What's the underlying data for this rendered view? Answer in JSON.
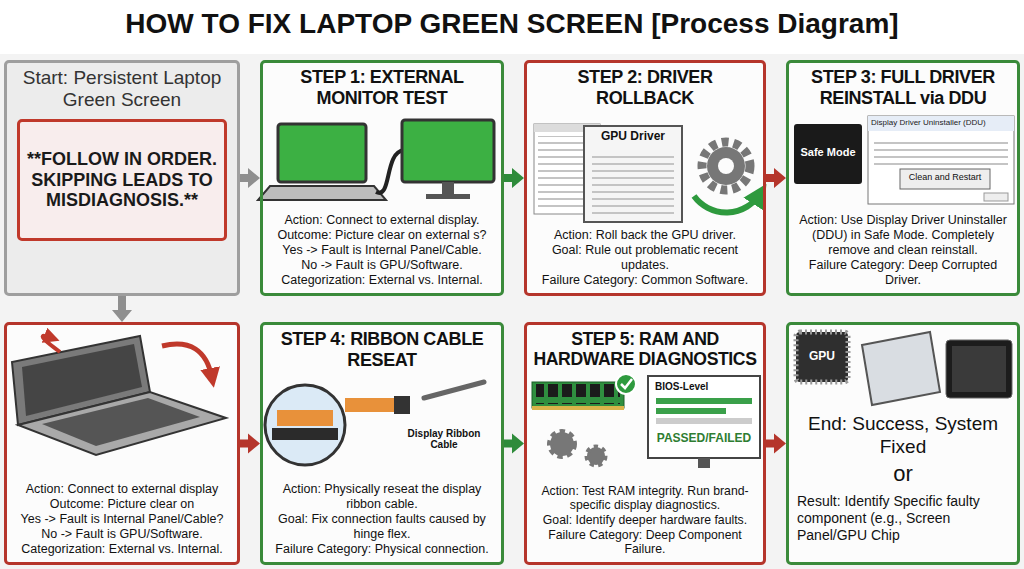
{
  "diagram": {
    "title": "HOW TO FIX LAPTOP GREEN SCREEN [Process Diagram]",
    "nodes": [
      {
        "text": [
          "Start: Persistent Laptop Green Screen"
        ]
      },
      {
        "text": [
          "**FOLLOW IN ORDER. SKIPPING LEADS TO MISDIAGNOSIS.**"
        ],
        "in": 0
      },
      {
        "text": [
          "STEP 1: EXTERNAL MONITOR TEST",
          "Action: Connect to external display.",
          "Outcome: Picture clear on external s? Yes -> Fault is Internal Panel/Cable.",
          "No -> Fault is GPU/Software.",
          "Categorization: External vs. Internal."
        ]
      },
      {
        "text": [
          "STEP 2: DRIVER ROLLBACK",
          "Action: Roll back the GPU driver.",
          "Goal: Rule out problematic recent updates.",
          "Failure Category: Common Software."
        ]
      },
      {
        "text": [
          "STEP 3: FULL DRIVER REINSTALL via DDU",
          "Action: Use Display Driver Uninstaller (DDU) in Safe Mode. Completely remove and clean reinstall.",
          "Failure Category: Deep Corrupted Driver."
        ]
      },
      {
        "text": [
          "Action: Connect to external display",
          "Outcome: Picture clear on",
          "Yes -> Fault is Internal Panel/Cable?",
          "No -> Fault is GPU/Software.",
          "Categorization: External vs. Internal."
        ]
      },
      {
        "text": [
          "STEP 4: RIBBON CABLE RESEAT",
          "Action: Physically reseat the display ribbon cable.",
          "Goal: Fix connection faults caused by hinge flex.",
          "Failure Category: Physical connection."
        ]
      },
      {
        "text": [
          "STEP 5: RAM AND HARDWARE DIAGNOSTICS",
          "Action: Test RAM integrity. Run brand-specific display diagnostics.",
          "Goal: Identify deeper hardware faults.",
          "Failure Category: Deep Component Failure."
        ]
      },
      {
        "text": [
          "End: Success, System Fixed",
          "or",
          "Result: Identify Specific faulty component (e.g., Screen Panel/GPU Chip"
        ]
      }
    ],
    "edges": [
      {
        "from": 0,
        "to": 2,
        "arrow": "to"
      },
      {
        "from": 2,
        "to": 3,
        "arrow": "to"
      },
      {
        "from": 3,
        "to": 4,
        "arrow": "to"
      },
      {
        "from": 0,
        "to": 5,
        "arrow": "to"
      },
      {
        "from": 5,
        "to": 6,
        "arrow": "to"
      },
      {
        "from": 6,
        "to": 7,
        "arrow": "to"
      },
      {
        "from": 7,
        "to": 8,
        "arrow": "to"
      }
    ],
    "labels": [
      "GPU Driver",
      "Safe Mode",
      "Display Driver Uninstaller (DDU)",
      "Clean and Restart",
      "Display Ribbon Cable",
      "BIOS-Level",
      "PASSED/FAILED",
      "GPU"
    ]
  }
}
